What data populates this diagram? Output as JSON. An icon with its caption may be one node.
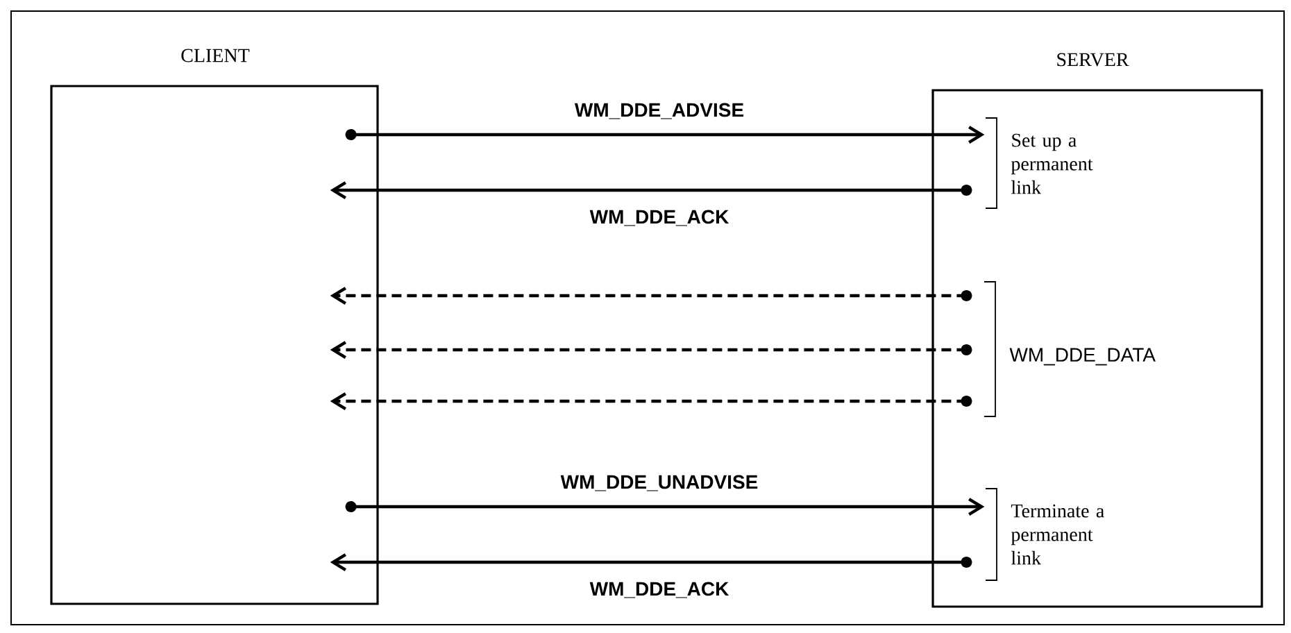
{
  "diagram": {
    "nodes": [
      {
        "text": [
          "CLIENT"
        ]
      },
      {
        "text": [
          "SERVER"
        ]
      }
    ],
    "edges": [
      {
        "from": 0,
        "to": 1,
        "arrow": "to",
        "label": "WM_DDE_ADVISE"
      },
      {
        "from": 1,
        "to": 0,
        "arrow": "to",
        "label": "WM_DDE_ACK"
      },
      {
        "from": 1,
        "to": 0,
        "arrow": "to",
        "style": "dashed"
      },
      {
        "from": 1,
        "to": 0,
        "arrow": "to",
        "style": "dashed"
      },
      {
        "from": 1,
        "to": 0,
        "arrow": "to",
        "style": "dashed"
      },
      {
        "from": 0,
        "to": 1,
        "arrow": "to",
        "label": "WM_DDE_UNADVISE"
      },
      {
        "from": 1,
        "to": 0,
        "arrow": "to",
        "label": "WM_DDE_ACK"
      }
    ],
    "labels": [
      "Set up a permanent link",
      "WM_DDE_DATA",
      "Terminate a permanent link"
    ]
  }
}
